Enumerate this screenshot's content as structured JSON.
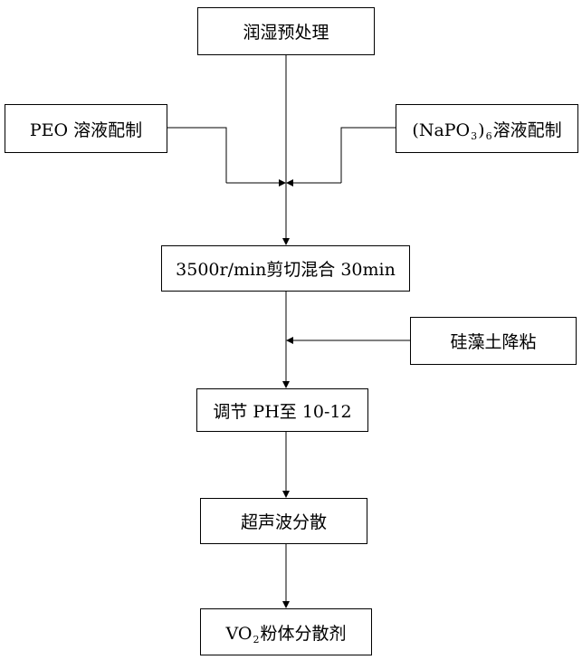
{
  "nodes": {
    "pretreat": {
      "label": "润湿预处理"
    },
    "peo": {
      "label": "PEO 溶液配制"
    },
    "napo": {
      "open": "(NaPO",
      "sub1": "3",
      "close": ")",
      "sub2": "6",
      "rest": "溶液配制"
    },
    "shear": {
      "label": "3500r/min剪切混合 30min"
    },
    "diatom": {
      "label": "硅藻土降粘"
    },
    "ph": {
      "label": "调节 PH至 10-12"
    },
    "ultra": {
      "label": "超声波分散"
    },
    "vo2": {
      "pre": "VO",
      "sub": "2",
      "rest": "粉体分散剂"
    }
  },
  "colors": {
    "line": "#000000",
    "box_border": "#000000",
    "background": "#ffffff"
  }
}
